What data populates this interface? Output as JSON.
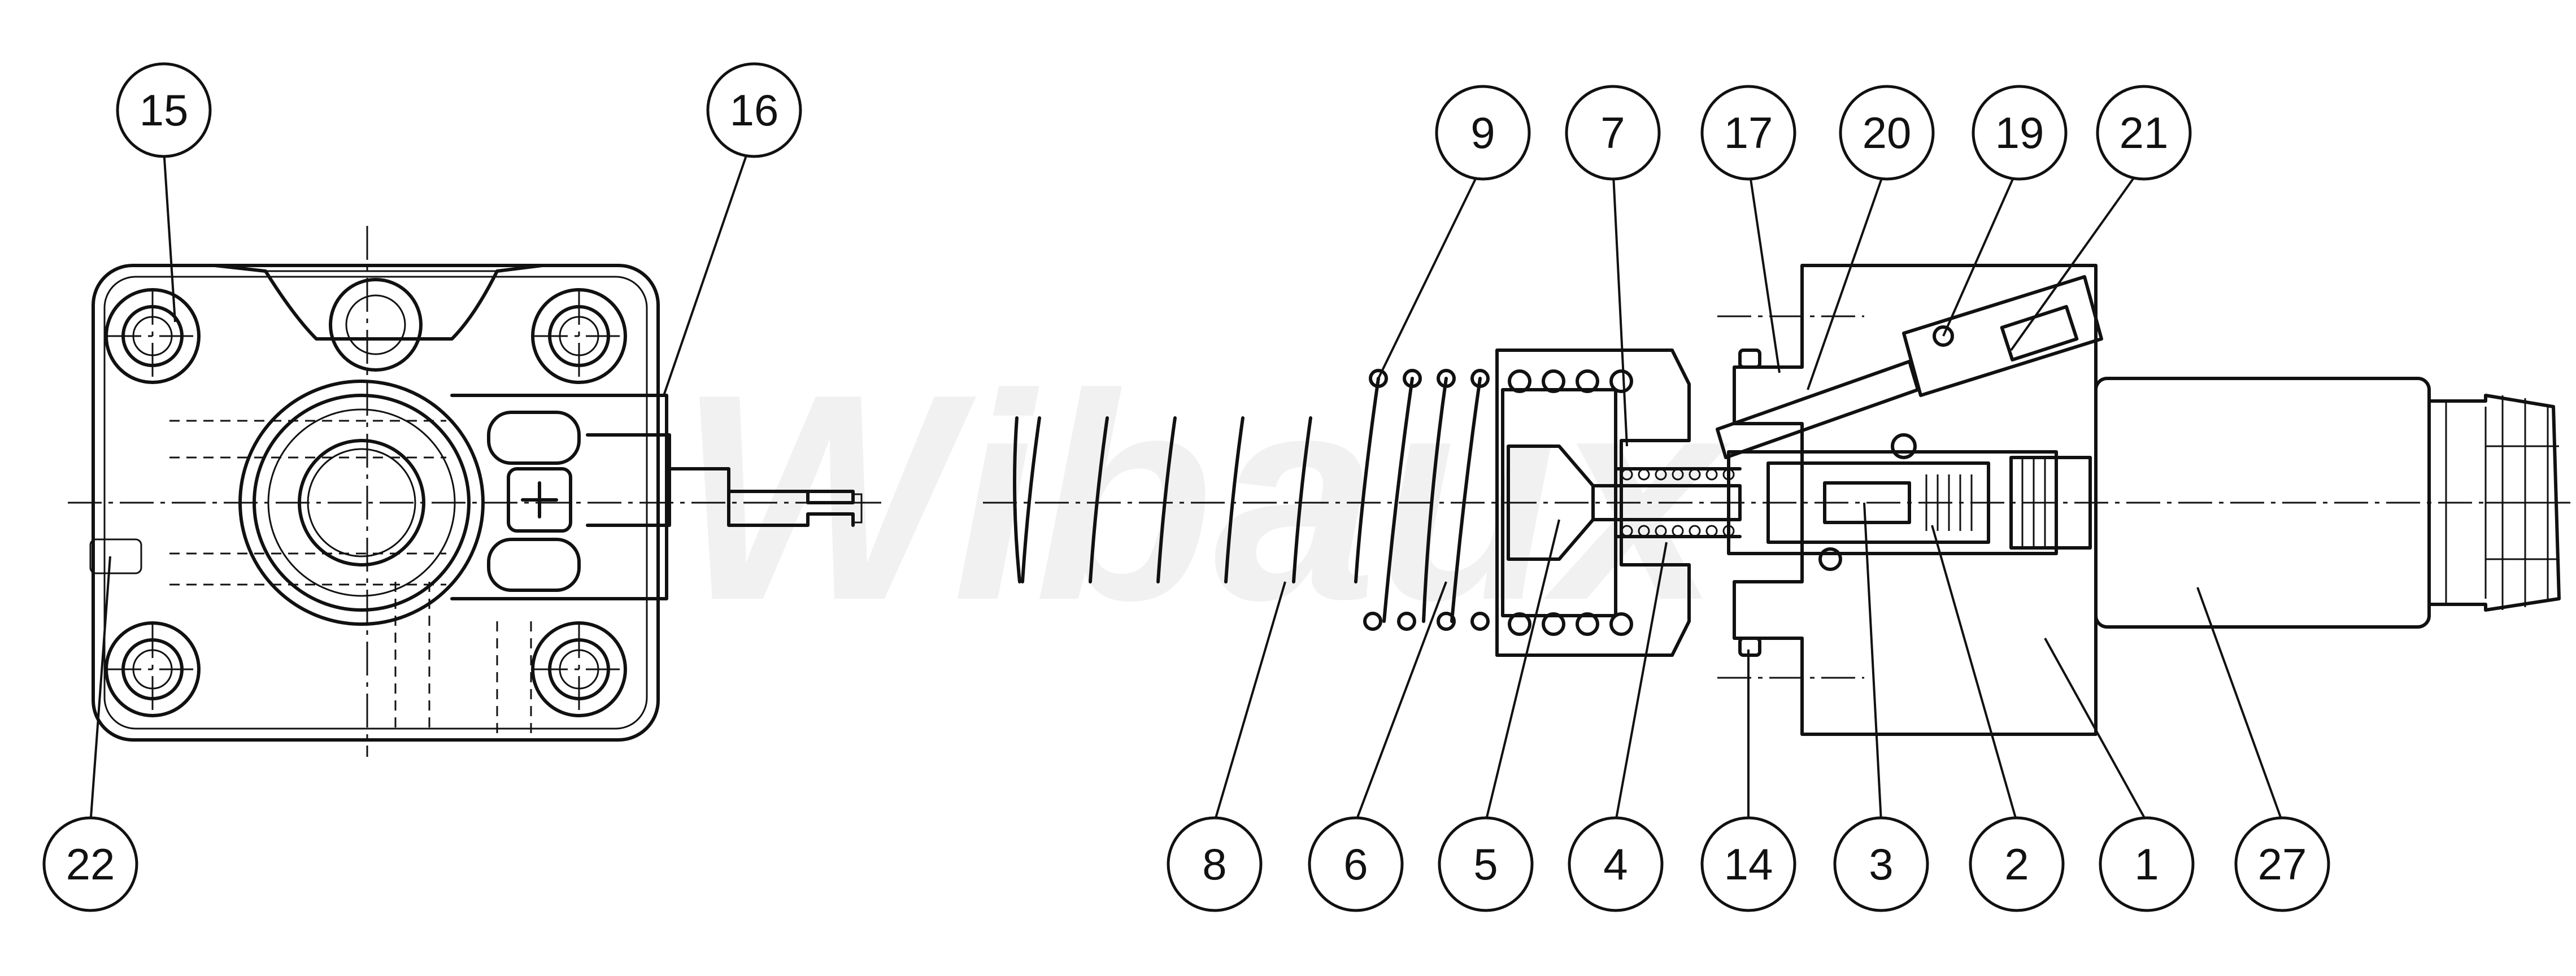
{
  "drawing": {
    "watermark": "Wibaux",
    "callouts": [
      {
        "id": "15"
      },
      {
        "id": "16"
      },
      {
        "id": "22"
      },
      {
        "id": "9"
      },
      {
        "id": "7"
      },
      {
        "id": "17"
      },
      {
        "id": "20"
      },
      {
        "id": "19"
      },
      {
        "id": "21"
      },
      {
        "id": "8"
      },
      {
        "id": "6"
      },
      {
        "id": "5"
      },
      {
        "id": "4"
      },
      {
        "id": "14"
      },
      {
        "id": "3"
      },
      {
        "id": "2"
      },
      {
        "id": "1"
      },
      {
        "id": "27"
      }
    ]
  },
  "colors": {
    "line": "#111111",
    "background": "#ffffff"
  }
}
